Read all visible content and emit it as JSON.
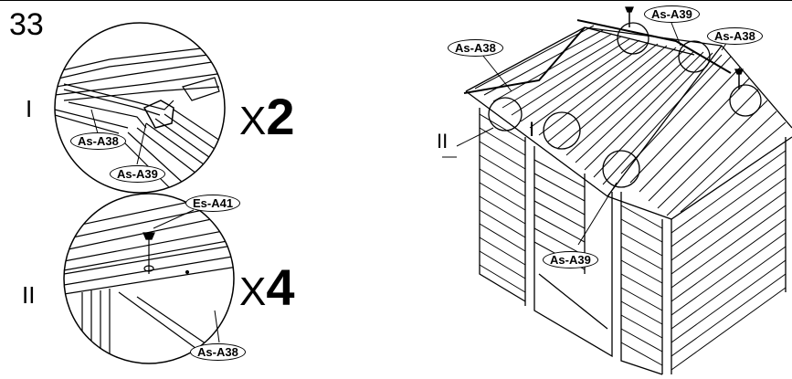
{
  "step_number": "33",
  "detail_one": {
    "roman": "I",
    "quantity_x": "X",
    "quantity_n": "2",
    "labels": [
      "As-A38",
      "As-A39"
    ]
  },
  "detail_two": {
    "roman": "II",
    "quantity_x": "X",
    "quantity_n": "4",
    "labels": [
      "Es-A41",
      "As-A38"
    ]
  },
  "main_view": {
    "callout_roman_one": "I",
    "callout_roman_two": "II",
    "labels": [
      "As-A38",
      "As-A39",
      "As-A38",
      "As-A39"
    ]
  }
}
